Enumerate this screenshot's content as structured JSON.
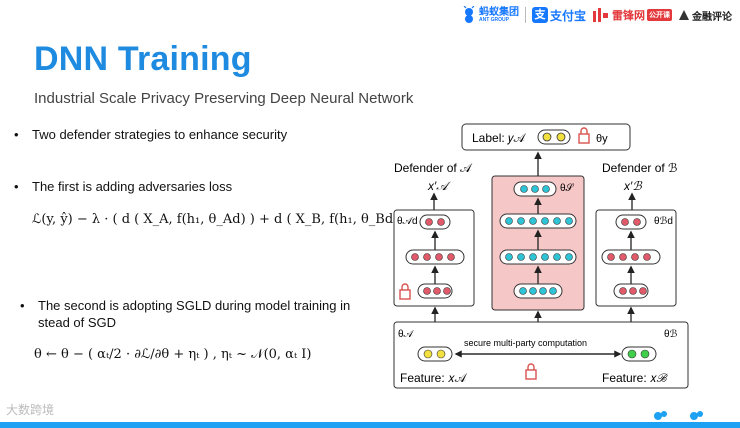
{
  "header": {
    "logos": [
      {
        "name": "ant-group",
        "label": "蚂蚁集团",
        "sub": "ANT GROUP",
        "color": "#1677ff"
      },
      {
        "name": "alipay",
        "label": "支付宝",
        "color": "#1677ff"
      },
      {
        "name": "leifeng",
        "label": "雷锋网",
        "badge": "公开课",
        "color": "#e4393c"
      },
      {
        "name": "jinrong",
        "label": "金融评论",
        "color": "#333333"
      }
    ]
  },
  "slide": {
    "title": "DNN Training",
    "subtitle": "Industrial Scale Privacy Preserving Deep Neural Network",
    "bullets": [
      "Two defender strategies to enhance security",
      "The first is adding adversaries loss",
      "The second is adopting SGLD during model training in stead of SGD"
    ],
    "formula1": "ℒ(y, ŷ) − λ · ( d ( X_A, f(h₁, θ_Ad) ) + d ( X_B, f(h₁, θ_Bd) ) )",
    "formula2": "θ ← θ − ( αₜ/2 · ∂ℒ/∂θ + ηₜ ) , ηₜ ~ 𝒩(0, αₜ I)"
  },
  "diagram": {
    "label_box": "Label: 𝑦𝒜",
    "theta_y": "θy",
    "defender_a": "Defender of 𝒜",
    "defender_b": "Defender of ℬ",
    "x_prime_a": "x′𝒜",
    "x_prime_b": "x′ℬ",
    "theta_ad": "θ𝒜d",
    "theta_bd": "θℬd",
    "theta_s": "θ𝒮",
    "theta_a": "θ𝒜",
    "theta_b": "θℬ",
    "secure_computation": "secure multi-party computation",
    "feature_a": "Feature: 𝑥𝒜",
    "feature_b": "Feature: 𝑥ℬ"
  },
  "watermark": "大数跨境",
  "colors": {
    "title": "#1f8be0",
    "server_fill": "#f6c7c7",
    "node_red": "#e05a6a",
    "node_cyan": "#2ec4d6",
    "node_yellow": "#f2e040",
    "node_green": "#3fcf4a",
    "lock": "#d9534f",
    "bar": "#1da1f2"
  }
}
